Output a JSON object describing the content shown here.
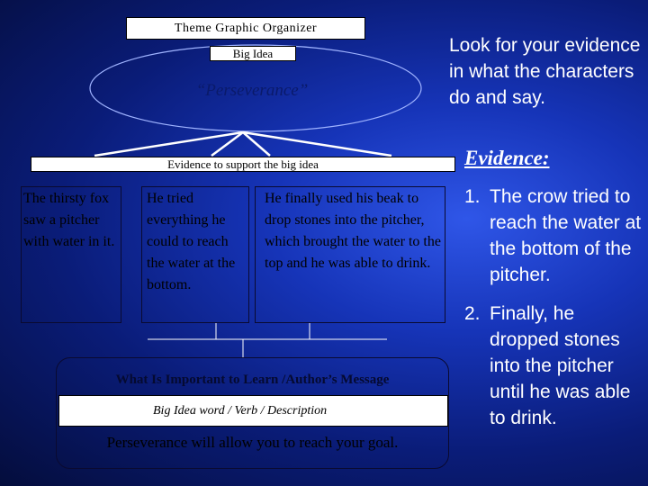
{
  "organizer": {
    "title": "Theme Graphic Organizer",
    "big_idea_label": "Big Idea",
    "big_idea_word": "“Perseverance”",
    "evidence_label": "Evidence to support the big idea",
    "evidence_boxes": [
      "The thirsty fox saw a pitcher with water in it.",
      "He tried everything he could to reach the water at the bottom.",
      "He finally used his beak to drop stones into the pitcher, which brought the water to the top and he was able to drink."
    ],
    "lesson_heading": "What Is Important to Learn /Author’s Message",
    "lesson_subheading": "Big Idea word / Verb / Description",
    "lesson_statement": "Perseverance will allow you to reach your goal."
  },
  "side": {
    "tip": "Look for your evidence in what the characters do and say.",
    "evidence_heading": "Evidence:",
    "evidence_items": [
      {
        "num": "1.",
        "text": "The crow tried to reach the water at the bottom of the pitcher."
      },
      {
        "num": "2.",
        "text": "Finally, he dropped stones into the pitcher until he was able to drink."
      }
    ]
  },
  "colors": {
    "background_center": "#2f56e8",
    "background_edge": "#040d3c",
    "box_fill": "#ffffff",
    "text_light": "#ffffff"
  }
}
